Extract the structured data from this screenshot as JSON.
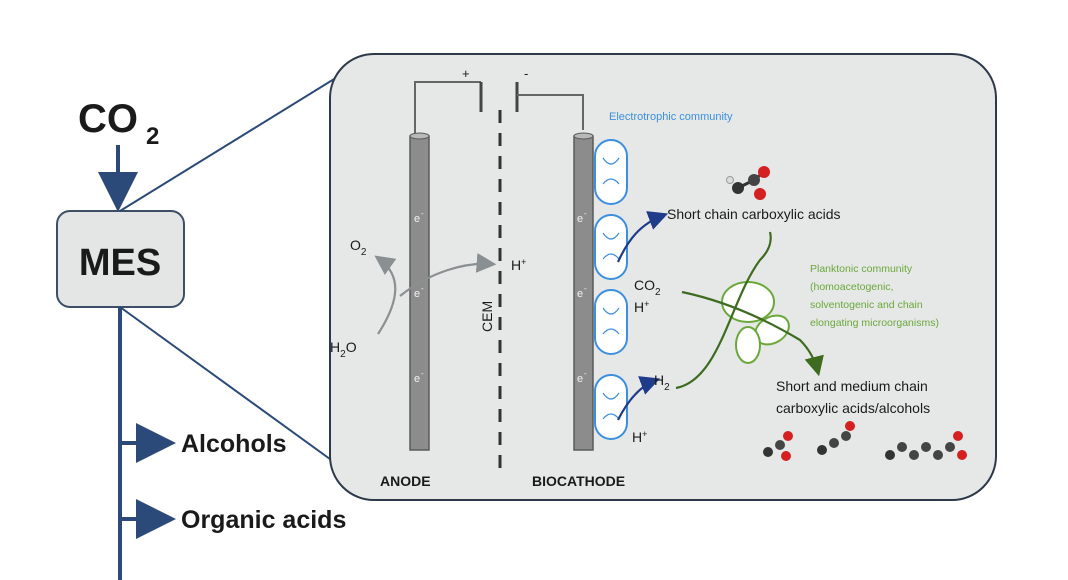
{
  "input_label": "CO",
  "input_sub": "2",
  "process_label": "MES",
  "outputs": [
    {
      "label": "Alcohols"
    },
    {
      "label": "Organic acids"
    }
  ],
  "cell": {
    "anode_label": "ANODE",
    "cathode_label": "BIOCATHODE",
    "membrane_label": "CEM",
    "plus_sign": "+",
    "minus_sign": "-",
    "electron": "e",
    "electron_charge": "-",
    "anode_reaction": {
      "reactant": "H",
      "reactant_sub": "2",
      "reactant_tail": "O",
      "product": "O",
      "product_sub": "2"
    },
    "proton": "H",
    "proton_charge": "+",
    "electrotrophic_label": "Electrotrophic community",
    "short_chain_label": "Short chain carboxylic acids",
    "co2_label": "CO",
    "co2_sub": "2",
    "h2_label": "H",
    "h2_sub": "2",
    "planktonic_lines": [
      "Planktonic community",
      "(homoacetogenic,",
      "solventogenic and chain",
      "elongating microorganisms)"
    ],
    "products_lines": [
      "Short and medium chain",
      "carboxylic acids/alcohols"
    ]
  },
  "colors": {
    "navy": "#2b4a7a",
    "electrotrophic": "#3b8fe0",
    "planktonic": "#6aa83a",
    "panel_bg": "#e6e8e8",
    "electrode": "#8c8c8c"
  }
}
